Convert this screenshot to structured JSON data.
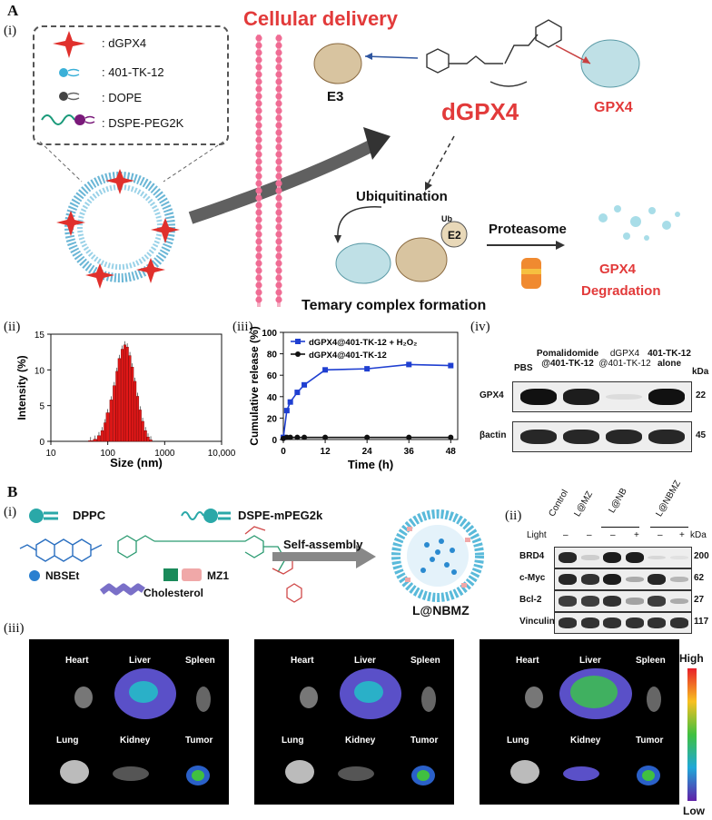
{
  "panels": {
    "A": {
      "letter": "A",
      "sub_i": "(i)",
      "sub_ii": "(ii)",
      "sub_iii": "(iii)",
      "sub_iv": "(iv)"
    },
    "B": {
      "letter": "B",
      "sub_i": "(i)",
      "sub_ii": "(ii)",
      "sub_iii": "(iii)"
    }
  },
  "A_i": {
    "legend": [
      {
        "label": ": dGPX4",
        "icon": "red-star-icon"
      },
      {
        "label": ": 401-TK-12",
        "icon": "lipid-icon"
      },
      {
        "label": ": DOPE",
        "icon": "dope-icon"
      },
      {
        "label": ": DSPE-PEG2K",
        "icon": "peg-icon"
      }
    ],
    "title": "Cellular delivery",
    "e3": "E3",
    "dgpx4": "dGPX4",
    "gpx4": "GPX4",
    "ubiquitination": "Ubiquitination",
    "ub": "Ub",
    "e2": "E2",
    "proteasome": "Proteasome",
    "gpx4_deg_1": "GPX4",
    "gpx4_deg_2": "Degradation",
    "ternary": "Temary complex formation"
  },
  "chart_data": [
    {
      "type": "bar",
      "panel": "A(ii)",
      "xlabel": "Size (nm)",
      "ylabel": "Intensity (%)",
      "xscale": "log",
      "xlim": [
        10,
        10000
      ],
      "ylim": [
        0,
        15
      ],
      "xticks": [
        "10",
        "100",
        "1000",
        "10,000"
      ],
      "yticks": [
        "0",
        "5",
        "10",
        "15"
      ],
      "x": [
        50,
        60,
        70,
        80,
        90,
        100,
        115,
        130,
        145,
        160,
        180,
        200,
        220,
        245,
        270,
        300,
        335,
        370,
        410,
        460,
        510,
        570
      ],
      "values": [
        0.1,
        0.3,
        0.8,
        1.5,
        2.6,
        4.0,
        5.8,
        7.8,
        9.8,
        11.6,
        12.9,
        13.5,
        13.2,
        12.0,
        10.4,
        8.4,
        6.3,
        4.4,
        2.8,
        1.5,
        0.6,
        0.2
      ]
    },
    {
      "type": "line",
      "panel": "A(iii)",
      "xlabel": "Time (h)",
      "ylabel": "Cumulative release (%)",
      "xlim": [
        0,
        50
      ],
      "ylim": [
        0,
        100
      ],
      "xticks": [
        "0",
        "12",
        "24",
        "36",
        "48"
      ],
      "yticks": [
        "0",
        "20",
        "40",
        "60",
        "80",
        "100"
      ],
      "legend_position": "top-left",
      "series": [
        {
          "name": "dGPX4@401-TK-12 + H₂O₂",
          "color": "#1f3fd1",
          "marker": "square",
          "x": [
            0,
            1,
            2,
            4,
            6,
            12,
            24,
            36,
            48
          ],
          "y": [
            2,
            27,
            35,
            44,
            51,
            65,
            66,
            70,
            69
          ]
        },
        {
          "name": "dGPX4@401-TK-12",
          "color": "#111111",
          "marker": "circle",
          "x": [
            0,
            1,
            2,
            4,
            6,
            12,
            24,
            36,
            48
          ],
          "y": [
            1,
            2,
            2,
            2,
            2,
            2,
            2,
            2,
            2
          ]
        }
      ]
    }
  ],
  "A_iv": {
    "cols": [
      "PBS",
      "Pomalidomide @401-TK-12",
      "dGPX4 @401-TK-12",
      "401-TK-12 alone"
    ],
    "kda": "kDa",
    "rows": [
      {
        "label": "GPX4",
        "kda": "22",
        "intensity": [
          1,
          0.95,
          0.08,
          1
        ]
      },
      {
        "label": "βactin",
        "kda": "45",
        "intensity": [
          0.9,
          0.9,
          0.9,
          0.9
        ]
      }
    ]
  },
  "B_i": {
    "dppc": "DPPC",
    "dspe": "DSPE-mPEG2k",
    "nbset": "NBSEt",
    "mz1": "MZ1",
    "chol": "Cholesterol",
    "assembly": "Self-assembly",
    "product": "L@NBMZ"
  },
  "B_ii": {
    "cols": [
      "Control",
      "L@MZ",
      "L@NB",
      "L@NBMZ"
    ],
    "light_label": "Light",
    "light": [
      "–",
      "–",
      "–",
      "+",
      "–",
      "+"
    ],
    "kda": "kDa",
    "rows": [
      {
        "label": "BRD4",
        "kda": "200",
        "intensity": [
          0.9,
          0.15,
          0.95,
          0.95,
          0.1,
          0.05
        ]
      },
      {
        "label": "c-Myc",
        "kda": "62",
        "intensity": [
          0.9,
          0.85,
          0.95,
          0.3,
          0.9,
          0.25
        ]
      },
      {
        "label": "Bcl-2",
        "kda": "27",
        "intensity": [
          0.8,
          0.8,
          0.85,
          0.35,
          0.8,
          0.3
        ]
      },
      {
        "label": "Vinculin",
        "kda": "117",
        "intensity": [
          0.85,
          0.85,
          0.85,
          0.85,
          0.85,
          0.85
        ]
      }
    ]
  },
  "B_iii": {
    "organs": [
      "Heart",
      "Liver",
      "Spleen",
      "Lung",
      "Kidney",
      "Tumor"
    ],
    "scale_high": "High",
    "scale_low": "Low"
  }
}
